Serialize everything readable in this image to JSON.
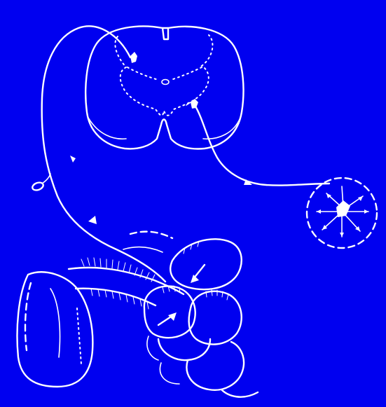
{
  "diagram": {
    "background_color": "#0000f0",
    "line_color": "#ffffff",
    "parts": [
      "spinal-cord-cross-section",
      "afferent-nerve-fiber",
      "efferent-nerve-fiber",
      "ganglion-cell",
      "effector-ganglion-cell",
      "pelvic-organs"
    ],
    "arrow_icons": [
      "arrow-up-icon",
      "arrow-right-icon",
      "arrow-down-left-icon",
      "arrow-up-right-icon",
      "arrow-in-icon"
    ]
  }
}
